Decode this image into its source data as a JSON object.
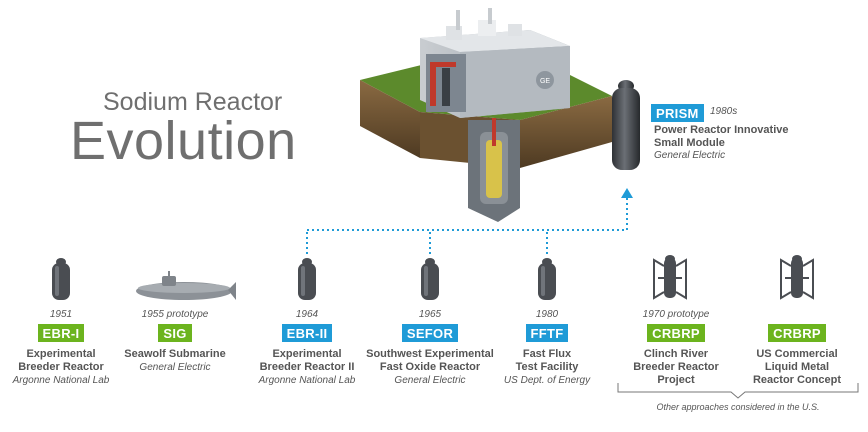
{
  "title": {
    "line1": "Sodium Reactor",
    "line2": "Evolution"
  },
  "plant_logo": "GE",
  "prism": {
    "badge": "PRISM",
    "year": "1980s",
    "name_line1": "Power Reactor Innovative",
    "name_line2": "Small Module",
    "org": "General Electric"
  },
  "reactors": [
    {
      "year": "1951",
      "badge": "EBR-I",
      "name_line1": "Experimental",
      "name_line2": "Breeder Reactor",
      "org": "Argonne National Lab"
    },
    {
      "year": "1955 prototype",
      "badge": "SIG",
      "name_line1": "Seawolf Submarine",
      "name_line2": "",
      "org": "General Electric"
    },
    {
      "year": "1964",
      "badge": "EBR-II",
      "name_line1": "Experimental",
      "name_line2": "Breeder Reactor II",
      "org": "Argonne National Lab"
    },
    {
      "year": "1965",
      "badge": "SEFOR",
      "name_line1": "Southwest Experimental",
      "name_line2": "Fast Oxide Reactor",
      "org": "General Electric"
    },
    {
      "year": "1980",
      "badge": "FFTF",
      "name_line1": "Fast Flux",
      "name_line2": "Test Facility",
      "org": "US Dept. of Energy"
    },
    {
      "year": "1970 prototype",
      "badge": "CRBRP",
      "name_line1": "Clinch River",
      "name_line2": "Breeder Reactor",
      "name_line3": "Project",
      "org": ""
    },
    {
      "year": "",
      "badge": "CRBRP",
      "name_line1": "US Commercial",
      "name_line2": "Liquid Metal",
      "name_line3": "Reactor Concept",
      "org": ""
    }
  ],
  "bracket_label": "Other approaches considered in the U.S.",
  "colors": {
    "green": "#6cb41e",
    "blue": "#1f9bd7",
    "text": "#555555",
    "title": "#6f6f6f",
    "vessel": "#4a4d52"
  }
}
